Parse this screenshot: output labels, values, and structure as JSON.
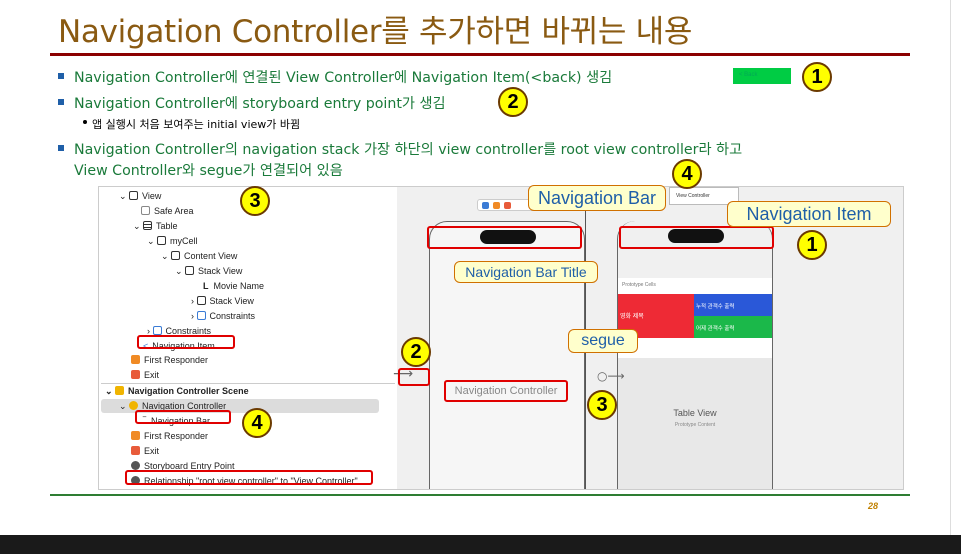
{
  "title": "Navigation Controller를 추가하면 바뀌는 내용",
  "bullets": [
    "Navigation Controller에 연결된 View Controller에 Navigation Item(<back)  생김",
    "Navigation Controller에 storyboard entry point가 생김",
    "Navigation Controller의 navigation stack 가장 하단의 view controller를 root view controller라 하고",
    "View Controller와 segue가 연결되어 있음"
  ],
  "sub_bullet": "앱 실행시 처음 보여주는 initial view가 바뀜",
  "back_chip": "< Back",
  "nums": {
    "n1": "1",
    "n2": "2",
    "n3": "3",
    "n4": "4"
  },
  "callouts": {
    "nav_bar": "Navigation Bar",
    "nav_item": "Navigation Item",
    "nav_bar_title": "Navigation Bar Title",
    "segue": "segue",
    "nav_controller": "Navigation Controller"
  },
  "tree": {
    "view": "View",
    "safe_area": "Safe Area",
    "table": "Table",
    "mycell": "myCell",
    "content_view": "Content View",
    "stack_view": "Stack View",
    "movie_name": "Movie Name",
    "stack_view2": "Stack View",
    "constraints1": "Constraints",
    "constraints2": "Constraints",
    "nav_item": "Navigation Item",
    "first_responder1": "First Responder",
    "exit1": "Exit",
    "scene": "Navigation Controller Scene",
    "nav_controller": "Navigation Controller",
    "nav_bar": "Navigation Bar",
    "first_responder2": "First Responder",
    "exit2": "Exit",
    "entry_point": "Storyboard Entry Point",
    "relationship": "Relationship \"root view controller\" to \"View Controller\""
  },
  "phone1": {
    "title": "Title"
  },
  "phone2": {
    "header": "View Controller",
    "prototype": "Prototype Cells",
    "movie": "영화 제목",
    "cum": "누적 관객수 출력",
    "yest": "어제 관객수 출력",
    "table_view": "Table View",
    "proto_content": "Prototype Content"
  },
  "page_number": "28",
  "colors": {
    "title": "#8a5a12",
    "bullet_text": "#1a7a3a",
    "callout_text": "#1f5fa8",
    "circle_fill": "#ffff00",
    "highlight": "#e00000"
  }
}
